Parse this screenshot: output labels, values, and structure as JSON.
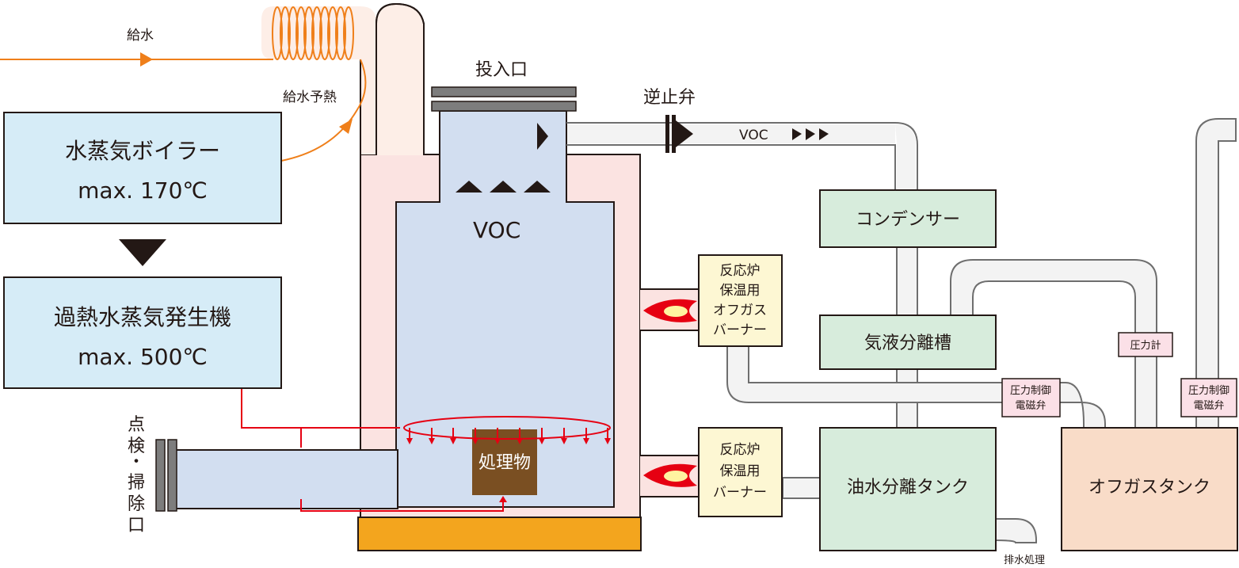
{
  "labels": {
    "feed_water": "給水",
    "feed_preheat": "給水予熱",
    "inlet": "投入口",
    "check_valve": "逆止弁",
    "voc_pipe": "VOC",
    "voc_chamber": "VOC",
    "processed_material": "処理物",
    "inspection_port": [
      "点",
      "検",
      "・",
      "掃",
      "除",
      "口"
    ],
    "drain": "排水処理",
    "pressure_gauge": "圧力計"
  },
  "boxes": {
    "steam_boiler": {
      "line1": "水蒸気ボイラー",
      "line2": "max. 170℃"
    },
    "superheated_gen": {
      "line1": "過熱水蒸気発生機",
      "line2": "max. 500℃"
    },
    "condenser": "コンデンサー",
    "gas_liquid_sep": "気液分離槽",
    "oil_water_sep": "油水分離タンク",
    "offgas_tank": "オフガスタンク",
    "burner_offgas": [
      "反応炉",
      "保温用",
      "オフガス",
      "バーナー"
    ],
    "burner_main": [
      "反応炉",
      "保温用",
      "バーナー"
    ],
    "valve_a": [
      "圧力制御",
      "電磁弁"
    ],
    "valve_b": [
      "圧力制御",
      "電磁弁"
    ]
  },
  "colors": {
    "blue_box": "#d6ecf7",
    "green_box": "#d7ecdc",
    "orange_box": "#f9dcc8",
    "cream_box": "#fdf7d3",
    "pink_box": "#fbe0e7",
    "furnace_warm": "#fbe3e1",
    "chamber_blue": "#d2def0",
    "base": "#f3a51e",
    "material": "#7a4f22",
    "red_line": "#e60012",
    "orange_line": "#ef7f1a",
    "dark": "#231815"
  },
  "icons": [
    "triangle-arrow-icon",
    "flame-icon",
    "check-valve-icon",
    "flange-icon"
  ]
}
